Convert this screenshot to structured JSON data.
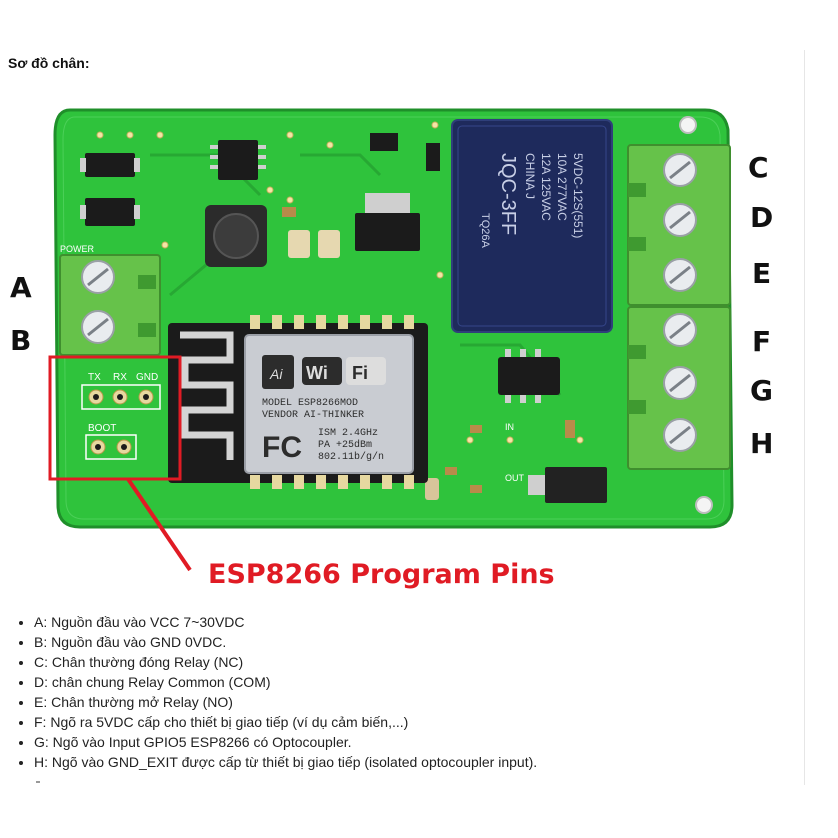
{
  "heading": "Sơ đồ chân:",
  "colors": {
    "pcb": "#2fc33c",
    "pcb_dark": "#1f8f2a",
    "terminal": "#66c24a",
    "relay": "#1e2a5c",
    "module": "#c9ccd2",
    "annotation": "#e01b24"
  },
  "figure": {
    "pin_labels": [
      "A",
      "B",
      "C",
      "D",
      "E",
      "F",
      "G",
      "H"
    ],
    "annotation": "ESP8266 Program Pins",
    "relay_text": [
      "5VDC-12S(551)",
      "10A 277VAC",
      "12A 125VAC",
      "CHINA  J",
      "JQC-3FF",
      "TQ26A"
    ],
    "wifi_text": [
      "Wi",
      "Fi"
    ],
    "module_text": [
      "MODEL      ESP8266MOD",
      "VENDOR   AI-THINKER",
      "ISM 2.4GHz",
      "PA +25dBm",
      "802.11b/g/n"
    ],
    "header_text": [
      "TX",
      "RX",
      "GND"
    ],
    "boot_text": "BOOT",
    "silk_text": [
      "POWER",
      "IN",
      "OUT"
    ]
  },
  "pins": [
    "A: Nguồn đầu vào VCC 7~30VDC",
    "B: Nguồn đầu vào GND 0VDC.",
    "C: Chân thường đóng Relay (NC)",
    "D: chân chung Relay Common (COM)",
    "E: Chân thường mở Relay (NO)",
    "F: Ngõ ra 5VDC cấp cho thiết bị giao tiếp (ví dụ cảm biến,...)",
    "G: Ngõ vào Input GPIO5 ESP8266 có Optocoupler.",
    "H: Ngõ vào GND_EXIT được cấp từ thiết bị giao tiếp (isolated optocoupler input)."
  ]
}
